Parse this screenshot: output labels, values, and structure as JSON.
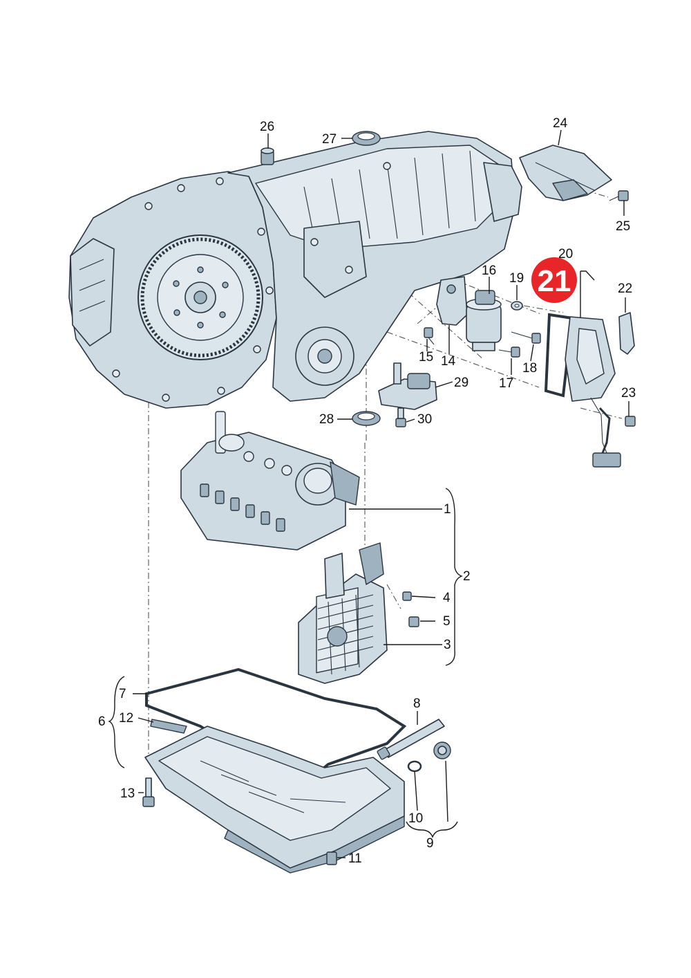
{
  "diagram": {
    "highlight": {
      "label": "21",
      "color": "#e8262a"
    },
    "callouts": [
      "1",
      "2",
      "3",
      "4",
      "5",
      "6",
      "7",
      "8",
      "9",
      "10",
      "11",
      "12",
      "13",
      "14",
      "15",
      "16",
      "17",
      "18",
      "19",
      "20",
      "22",
      "23",
      "24",
      "25",
      "26",
      "27",
      "28",
      "29",
      "30"
    ],
    "colors": {
      "part_fill": "#cfdbe3",
      "outline": "#2a3540",
      "label": "#111111"
    }
  }
}
